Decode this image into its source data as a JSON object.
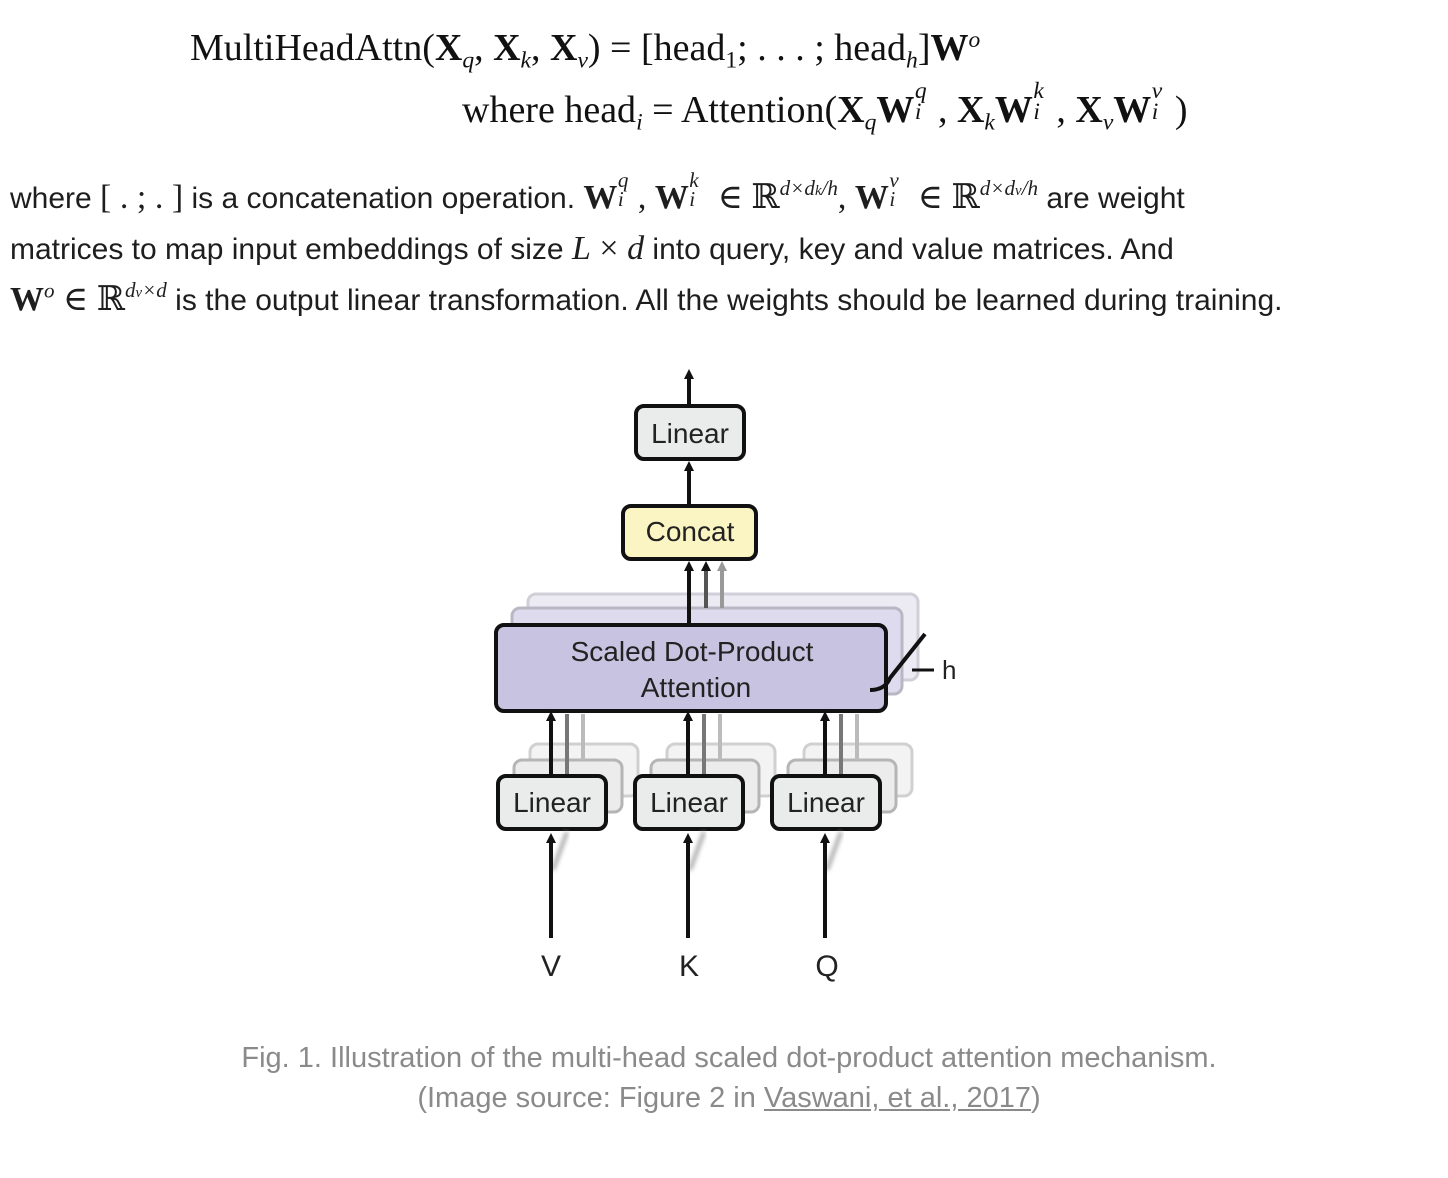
{
  "equations": {
    "eq1_lhs": "MultiHeadAttn",
    "eq1_rhs_head": "head",
    "eq2_where": "where head",
    "eq2_attention": "Attention"
  },
  "paragraph": {
    "l1_a": "where ",
    "l1_b": " is a concatenation operation. ",
    "l1_c": " are weight",
    "l2_a": "matrices to map input embeddings of size ",
    "l2_b": " into query, key and value matrices. And",
    "l3_a": " is the output linear transformation. All the weights should be learned during training."
  },
  "diagram": {
    "top_linear": "Linear",
    "concat": "Concat",
    "attention_line1": "Scaled Dot-Product",
    "attention_line2": "Attention",
    "head_count": "h",
    "linear_v": "Linear",
    "linear_k": "Linear",
    "linear_q": "Linear",
    "input_v": "V",
    "input_k": "K",
    "input_q": "Q",
    "colors": {
      "linear_fill": "#e9ecea",
      "concat_fill": "#fbf5c4",
      "attention_fill": "#c8c3e0",
      "stroke": "#111111"
    }
  },
  "caption": {
    "line1": "Fig. 1. Illustration of the multi-head scaled dot-product attention mechanism.",
    "line2_prefix": "(Image source: Figure 2 in ",
    "link_text": "Vaswani, et al., 2017",
    "line2_suffix": ")"
  }
}
